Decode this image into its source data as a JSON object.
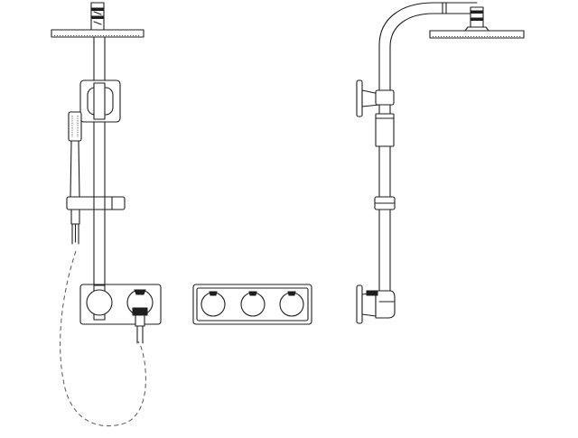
{
  "drawing": {
    "views": [
      {
        "id": "front",
        "name": "front-elevation"
      },
      {
        "id": "valve",
        "name": "three-handle-valve-plate"
      },
      {
        "id": "side",
        "name": "side-elevation"
      }
    ],
    "colors": {
      "line": "#1e1e1e",
      "hose": "#555555",
      "background": "#ffffff"
    },
    "valve": {
      "handle_count": 3
    }
  }
}
